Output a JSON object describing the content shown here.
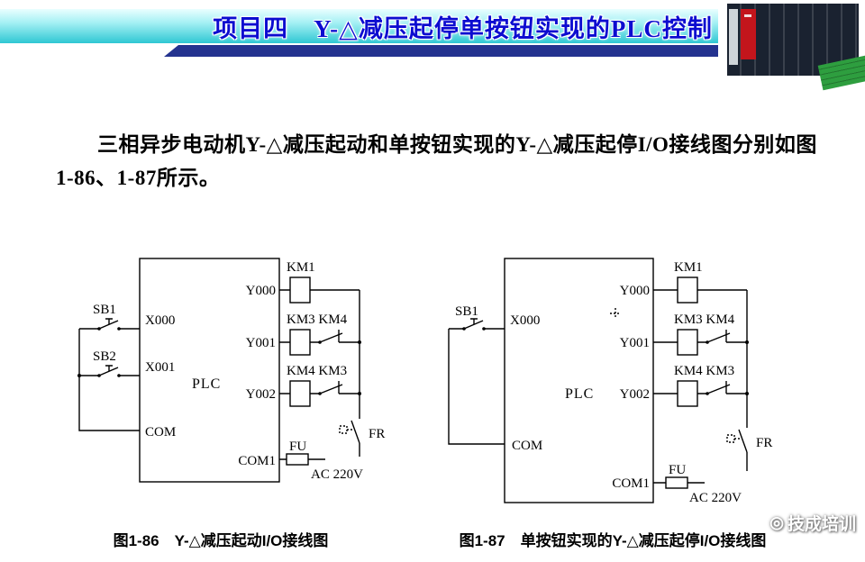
{
  "header": {
    "title": "项目四　Y-△减压起停单按钮实现的PLC控制"
  },
  "body": {
    "paragraph": "三相异步电动机Y-△减压起动和单按钮实现的Y-△减压起停I/O接线图分别如图1-86、1-87所示。"
  },
  "figure_left": {
    "caption": "图1-86　Y-△减压起动I/O接线图",
    "labels": {
      "sb1": "SB1",
      "sb2": "SB2",
      "x000": "X000",
      "x001": "X001",
      "plc": "PLC",
      "com": "COM",
      "y000": "Y000",
      "y001": "Y001",
      "y002": "Y002",
      "com1": "COM1",
      "km1": "KM1",
      "km3_km4": "KM3 KM4",
      "km4_km3": "KM4 KM3",
      "fu": "FU",
      "fr": "FR",
      "ac": "AC 220V"
    }
  },
  "figure_right": {
    "caption": "图1-87　单按钮实现的Y-△减压起停I/O接线图",
    "labels": {
      "sb1": "SB1",
      "x000": "X000",
      "plc": "PLC",
      "com": "COM",
      "y000": "Y000",
      "y001": "Y001",
      "y002": "Y002",
      "com1": "COM1",
      "km1": "KM1",
      "km3_km4": "KM3 KM4",
      "km4_km3": "KM4 KM3",
      "fu": "FU",
      "fr": "FR",
      "ac": "AC 220V"
    }
  },
  "watermark": {
    "logo": "◎",
    "text": "技成培训"
  },
  "colors": {
    "band_cyan_top": "#eaffff",
    "band_cyan_bottom": "#2fc7d3",
    "title_blue": "#0c0cd0",
    "strip_navy": "#24338f",
    "plc_red_module": "#c3151c",
    "plc_green_board": "#2e9e3f"
  }
}
